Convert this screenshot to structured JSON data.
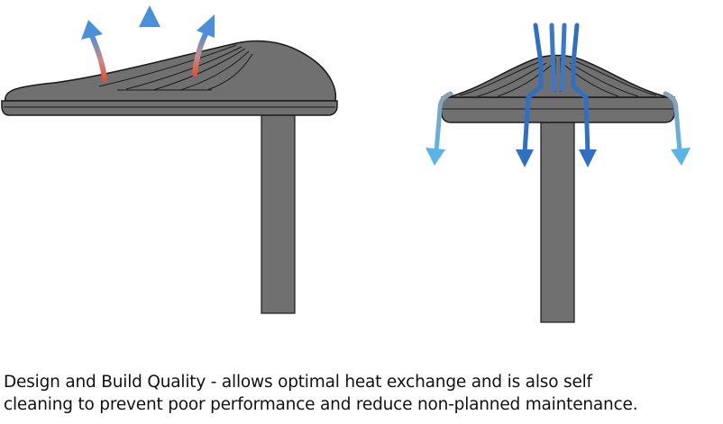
{
  "caption": {
    "line1": "Design and Build Quality - allows optimal heat exchange and is also self",
    "line2": "cleaning to prevent poor performance and reduce non-planned maintenance."
  },
  "colors": {
    "fixture_fill": "#707070",
    "fixture_stroke": "#1a1a1a",
    "heat_top": "#4a90d9",
    "heat_bottom": "#e0553a",
    "air_dark": "#2f6fc4",
    "air_light": "#5ab4ea"
  },
  "icons": {
    "left_view": "luminaire-side-view-heat-out",
    "right_view": "luminaire-front-view-air-flow"
  }
}
